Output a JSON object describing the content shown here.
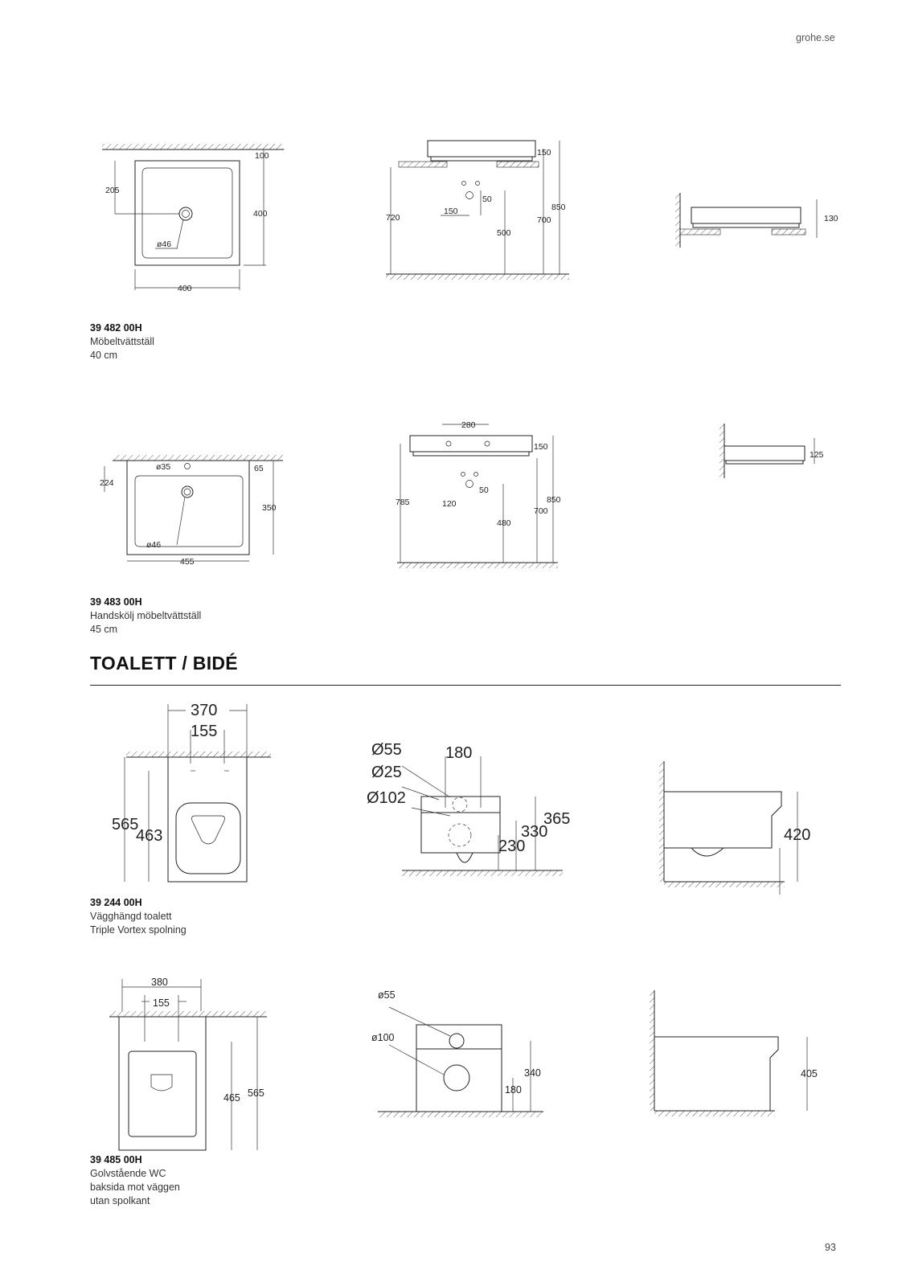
{
  "header": {
    "site": "grohe.se"
  },
  "footer": {
    "page_number": "93"
  },
  "section_title": "TOALETT / BIDÉ",
  "products": [
    {
      "code": "39 482 00H",
      "lines": [
        "Möbeltvättställ",
        "40 cm"
      ],
      "dims": {
        "top": [
          "100",
          "205",
          "400",
          "ø46",
          "400"
        ],
        "front": [
          "150",
          "720",
          "850",
          "700",
          "50",
          "150",
          "500"
        ],
        "side": [
          "130"
        ]
      }
    },
    {
      "code": "39 483 00H",
      "lines": [
        "Handskölj möbeltvättställ",
        "45 cm"
      ],
      "dims": {
        "top": [
          "65",
          "224",
          "ø35",
          "350",
          "ø46",
          "455"
        ],
        "front": [
          "280",
          "150",
          "785",
          "850",
          "700",
          "50",
          "120",
          "480"
        ],
        "side": [
          "125"
        ]
      }
    },
    {
      "code": "39 244 00H",
      "lines": [
        "Vägghängd toalett",
        "Triple Vortex spolning"
      ],
      "dims": {
        "top": [
          "370",
          "155",
          "565",
          "463"
        ],
        "front": [
          "Ø55",
          "180",
          "Ø25",
          "Ø102",
          "365",
          "330",
          "230"
        ],
        "side": [
          "420"
        ]
      }
    },
    {
      "code": "39 485 00H",
      "lines": [
        "Golvstående WC",
        "baksida mot väggen",
        "utan spolkant"
      ],
      "dims": {
        "top": [
          "380",
          "155",
          "465",
          "565"
        ],
        "front": [
          "ø55",
          "ø100",
          "340",
          "180"
        ],
        "side": [
          "405"
        ]
      }
    }
  ]
}
